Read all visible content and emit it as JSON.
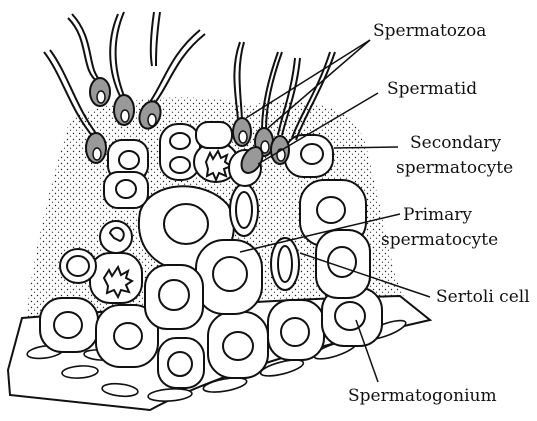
{
  "diagram": {
    "labels": {
      "spermatozoa": "Spermatozoa",
      "spermatid": "Spermatid",
      "secondary_1": "Secondary",
      "secondary_2": "spermatocyte",
      "primary_1": "Primary",
      "primary_2": "spermatocyte",
      "sertoli": "Sertoli cell",
      "spermatogonium": "Spermatogonium"
    },
    "colors": {
      "stroke": "#111111",
      "cell_fill": "#ffffff",
      "sperm_head_fill": "#999999",
      "stipple": "#222222"
    }
  }
}
